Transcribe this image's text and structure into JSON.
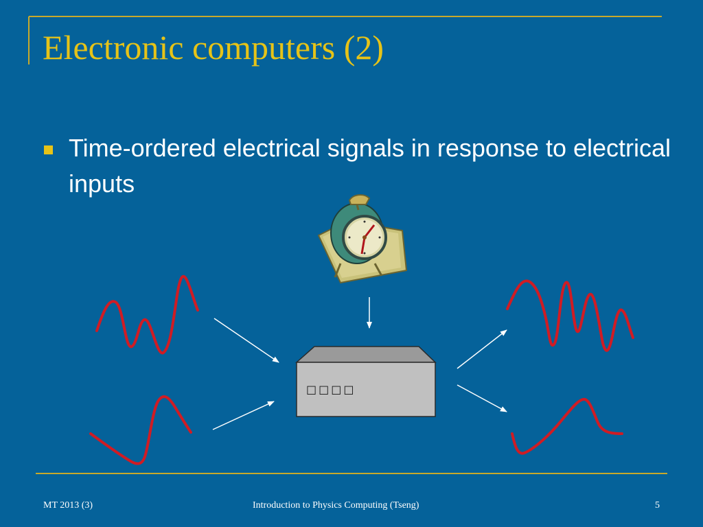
{
  "slide": {
    "title": "Electronic computers (2)",
    "bullets": [
      "Time-ordered electrical signals in response to electrical inputs"
    ],
    "box_label": "□□□□",
    "footer": {
      "left": "MT 2013 (3)",
      "center": "Introduction to Physics Computing (Tseng)",
      "right": "5"
    }
  },
  "colors": {
    "background": "#05629A",
    "accent": "#E6C318",
    "text": "#FFFFFF",
    "signal": "#D01C24",
    "box_face": "#C0C0C0",
    "box_top": "#9A9A9A"
  },
  "icons": {
    "clock": "alarm-clock-clipart",
    "bullet": "square-bullet"
  }
}
